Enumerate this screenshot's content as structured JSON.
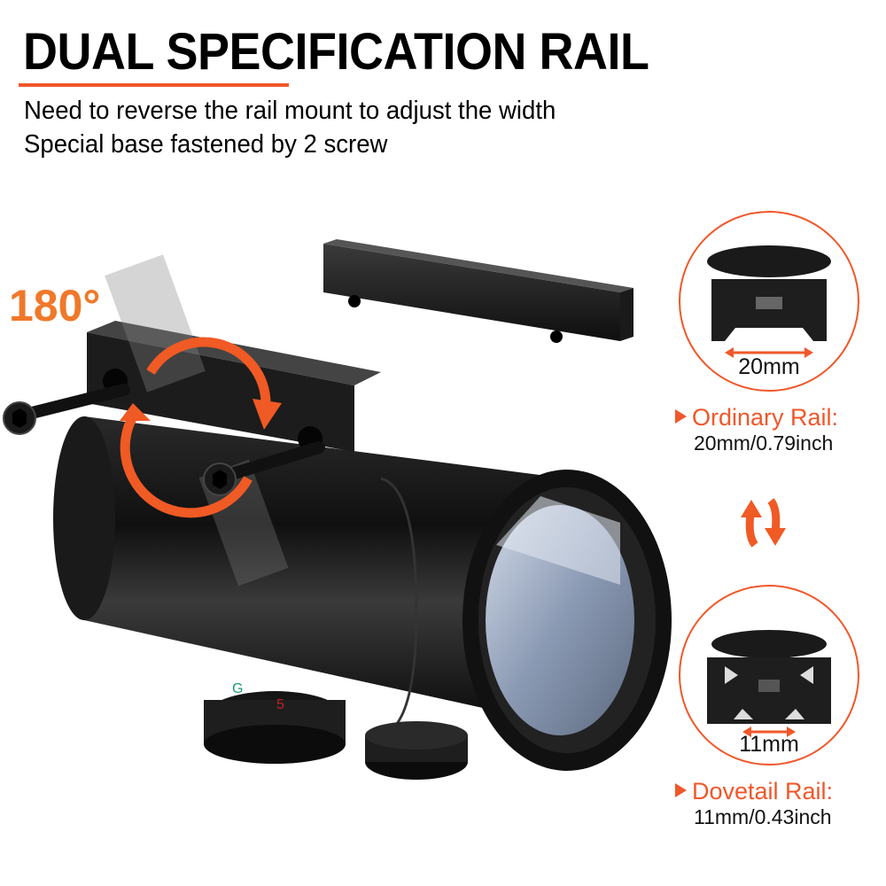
{
  "header": {
    "title": "DUAL SPECIFICATION RAIL",
    "subtitle_lines": [
      "Need to reverse the rail mount to adjust the width",
      "Special base fastened by 2 screw"
    ]
  },
  "rotation": {
    "angle_label": "180°",
    "icon": "rotate-arrows-icon"
  },
  "product": {
    "name": "red-dot-sight",
    "turret_marks": [
      "G",
      "5"
    ]
  },
  "rails": [
    {
      "name": "Ordinary Rail:",
      "width_label": "20mm",
      "spec": "20mm/0.79inch"
    },
    {
      "name": "Dovetail Rail:",
      "width_label": "11mm",
      "spec": "11mm/0.43inch"
    }
  ],
  "swap_icon": "swap-vertical-arrows-icon",
  "colors": {
    "accent": "#f0572a",
    "angle_label": "#f0782a",
    "text": "#000000"
  }
}
